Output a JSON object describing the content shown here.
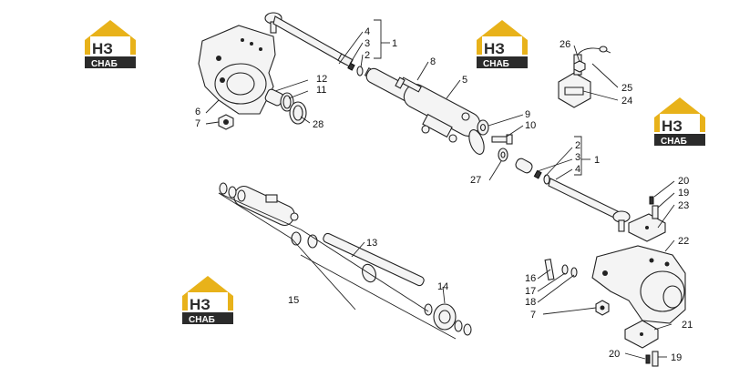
{
  "logo": {
    "mark": "НЗ",
    "caption": "СНАБ",
    "house_color": "#e8b21a",
    "dark_color": "#2b2b2b"
  },
  "callouts": [
    "1",
    "2",
    "3",
    "4",
    "5",
    "6",
    "7",
    "8",
    "9",
    "10",
    "11",
    "12",
    "13",
    "14",
    "15",
    "16",
    "17",
    "18",
    "19",
    "20",
    "21",
    "22",
    "23",
    "24",
    "25",
    "26",
    "27",
    "28"
  ]
}
